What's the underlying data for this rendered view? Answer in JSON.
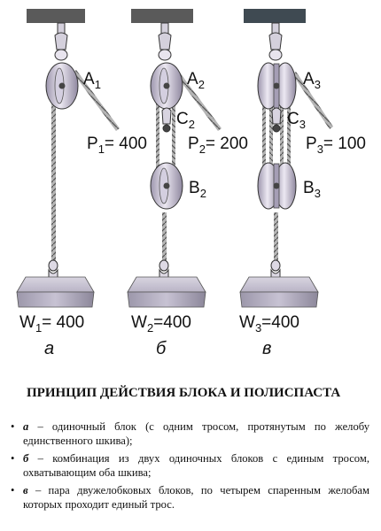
{
  "figures": [
    {
      "caption": "а",
      "pulley_a": "A",
      "pulley_a_sub": "1",
      "force": "P",
      "force_sub": "1",
      "force_val": "= 400",
      "weight": "W",
      "weight_sub": "1",
      "weight_val": "= 400"
    },
    {
      "caption": "б",
      "pulley_a": "A",
      "pulley_a_sub": "2",
      "hook_c": "C",
      "hook_c_sub": "2",
      "pulley_b": "B",
      "pulley_b_sub": "2",
      "force": "P",
      "force_sub": "2",
      "force_val": "= 200",
      "weight": "W",
      "weight_sub": "2",
      "weight_val": "=400"
    },
    {
      "caption": "в",
      "pulley_a": "A",
      "pulley_a_sub": "3",
      "hook_c": "C",
      "hook_c_sub": "3",
      "pulley_b": "B",
      "pulley_b_sub": "3",
      "force": "P",
      "force_sub": "3",
      "force_val": "= 100",
      "weight": "W",
      "weight_sub": "3",
      "weight_val": "=400"
    }
  ],
  "heading": "ПРИНЦИП ДЕЙСТВИЯ БЛОКА И ПОЛИСПАСТА",
  "bullets": [
    {
      "term": "а",
      "text": " – одиночный блок (с одним тросом, протянутым по желобу единственного шкива);"
    },
    {
      "term": "б",
      "text": " – комбинация из двух одиночных блоков с единым тросом, охватывающим оба шкива;"
    },
    {
      "term": "в",
      "text": " – пара двужелобковых блоков, по четырем спаренным желобам которых проходит единый трос."
    }
  ],
  "colors": {
    "beam": "#5a5a5a",
    "pulley": "#c9c2d8",
    "weight": "#a7a2b4",
    "rope": "#8a8a8a"
  }
}
